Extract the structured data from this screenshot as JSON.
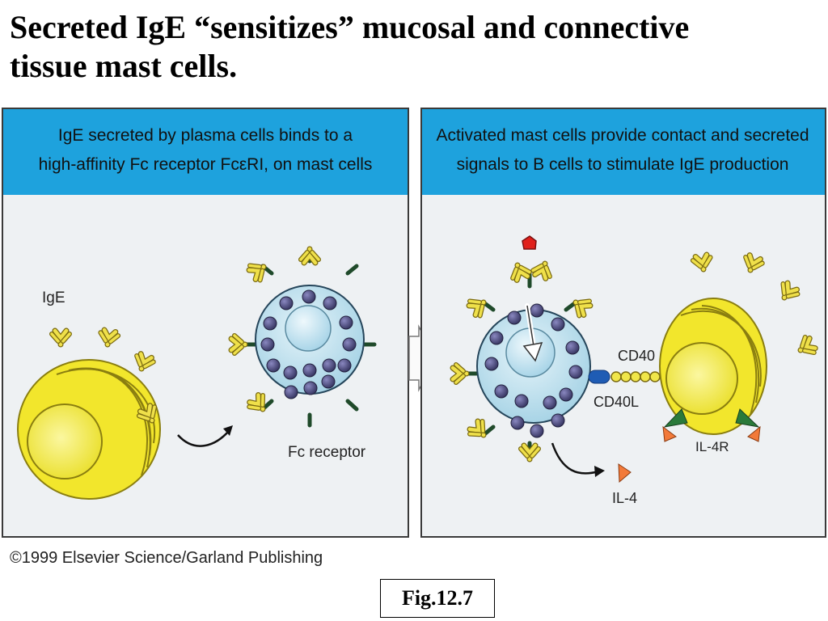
{
  "slide": {
    "title_line1": "Secreted IgE “sensitizes” mucosal and connective",
    "title_line2": "tissue mast cells."
  },
  "left_panel": {
    "header_line1": "IgE secreted by plasma cells binds to a",
    "header_line2": "high-affinity Fc receptor FcεRI, on mast cells",
    "label_ige": "IgE",
    "label_fc_receptor": "Fc  receptor"
  },
  "right_panel": {
    "header_line1": "Activated mast cells provide contact and secreted",
    "header_line2": "signals to B cells to stimulate IgE production",
    "label_cd40": "CD40",
    "label_cd40l": "CD40L",
    "label_il4r": "IL-4R",
    "label_il4": "IL-4"
  },
  "footer": {
    "copyright": "©1999 Elsevier Science/Garland Publishing",
    "fig_label": "Fig.12.7"
  },
  "colors": {
    "header_blue": "#1ea2dd",
    "panel_bg": "#eef1f3",
    "plasma_cell_yellow": "#f5ec2e",
    "mast_cell_blue": "#bfe2ef",
    "granule": "#4b4a78",
    "antibody_yellow": "#efe04a",
    "receptor_green": "#1f4a2a",
    "il4_orange": "#f27a3a"
  }
}
